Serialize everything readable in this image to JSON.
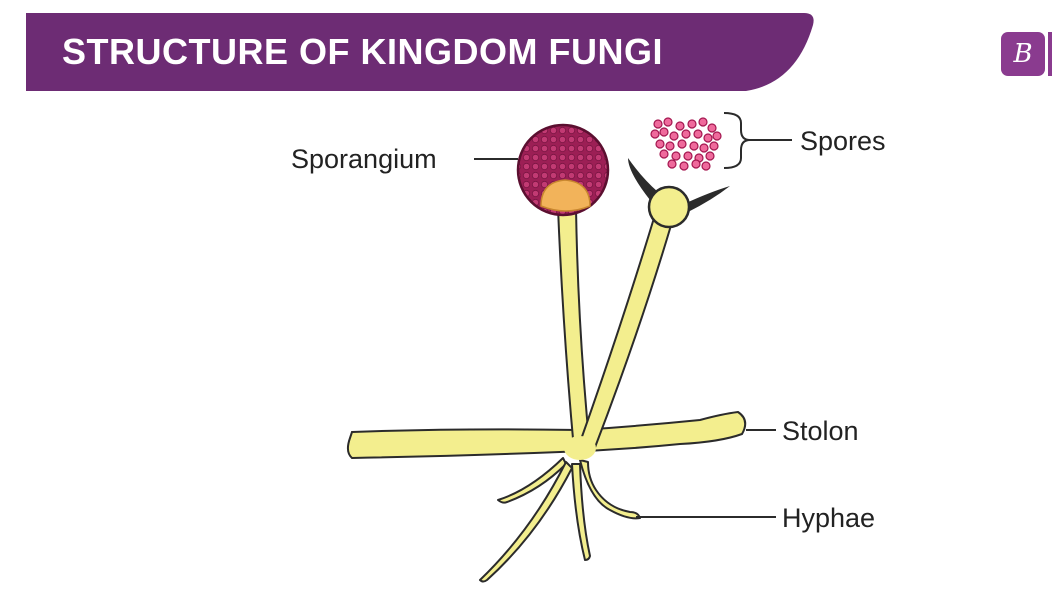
{
  "banner": {
    "title": "STRUCTURE OF KINGDOM FUNGI",
    "color": "#6d2c74"
  },
  "logo": {
    "icon": "byjus-logo-icon",
    "letter": "B",
    "color": "#8a3b8f"
  },
  "labels": {
    "sporangium": "Sporangium",
    "spores": "Spores",
    "stolon": "Stolon",
    "hyphae": "Hyphae"
  },
  "colors": {
    "fungus_body": "#f3ee8e",
    "outline": "#2b2b2b",
    "sporangium": "#b0245f",
    "columella": "#f2b35a",
    "spores": "#e04a86"
  }
}
